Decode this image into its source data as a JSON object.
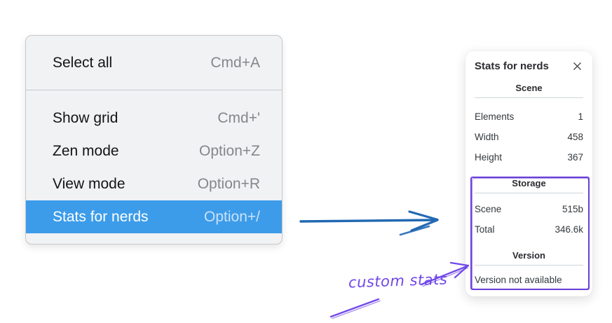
{
  "context_menu": {
    "items": [
      {
        "label": "Select all",
        "shortcut": "Cmd+A",
        "selected": false
      },
      {
        "label": "Show grid",
        "shortcut": "Cmd+'",
        "selected": false
      },
      {
        "label": "Zen mode",
        "shortcut": "Option+Z",
        "selected": false
      },
      {
        "label": "View mode",
        "shortcut": "Option+R",
        "selected": false
      },
      {
        "label": "Stats for nerds",
        "shortcut": "Option+/",
        "selected": true
      }
    ]
  },
  "stats_panel": {
    "title": "Stats for nerds",
    "close_icon": "x-cross",
    "sections": {
      "scene": {
        "header": "Scene",
        "rows": [
          {
            "label": "Elements",
            "value": "1"
          },
          {
            "label": "Width",
            "value": "458"
          },
          {
            "label": "Height",
            "value": "367"
          }
        ]
      },
      "storage": {
        "header": "Storage",
        "rows": [
          {
            "label": "Scene",
            "value": "515b"
          },
          {
            "label": "Total",
            "value": "346.6k"
          }
        ]
      },
      "version": {
        "header": "Version",
        "note": "Version not available"
      }
    }
  },
  "annotation": {
    "label": "custom stats",
    "color": "#7048e8"
  },
  "colors": {
    "menu_highlight": "#3d9ce9",
    "arrow_blue": "#2268b2",
    "annotation_purple": "#7048e8",
    "highlight_box_purple": "#6b40d8"
  }
}
